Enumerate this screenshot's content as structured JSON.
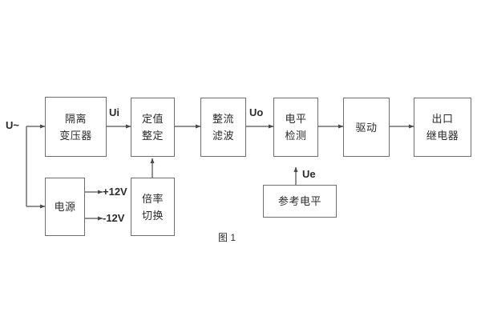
{
  "figure": {
    "caption": "图 1",
    "stroke_color": "#6e6e6e",
    "text_color": "#2b2b2b",
    "background": "#ffffff"
  },
  "input": {
    "label": "U~"
  },
  "blocks": {
    "isolation_transformer": {
      "line1": "隔离",
      "line2": "变压器"
    },
    "power_supply": {
      "line1": "电源"
    },
    "setting_value": {
      "line1": "定值",
      "line2": "整定"
    },
    "multiplier_switch": {
      "line1": "倍率",
      "line2": "切换"
    },
    "rectifier_filter": {
      "line1": "整流",
      "line2": "滤波"
    },
    "level_detection": {
      "line1": "电平",
      "line2": "检测"
    },
    "driver": {
      "line1": "驱动"
    },
    "output_relay": {
      "line1": "出口",
      "line2": "继电器"
    },
    "reference_level": {
      "line1": "参考电平"
    }
  },
  "signals": {
    "ui": "Ui",
    "uo": "Uo",
    "ue": "Ue",
    "pos12v": "+12V",
    "neg12v": "-12V"
  }
}
